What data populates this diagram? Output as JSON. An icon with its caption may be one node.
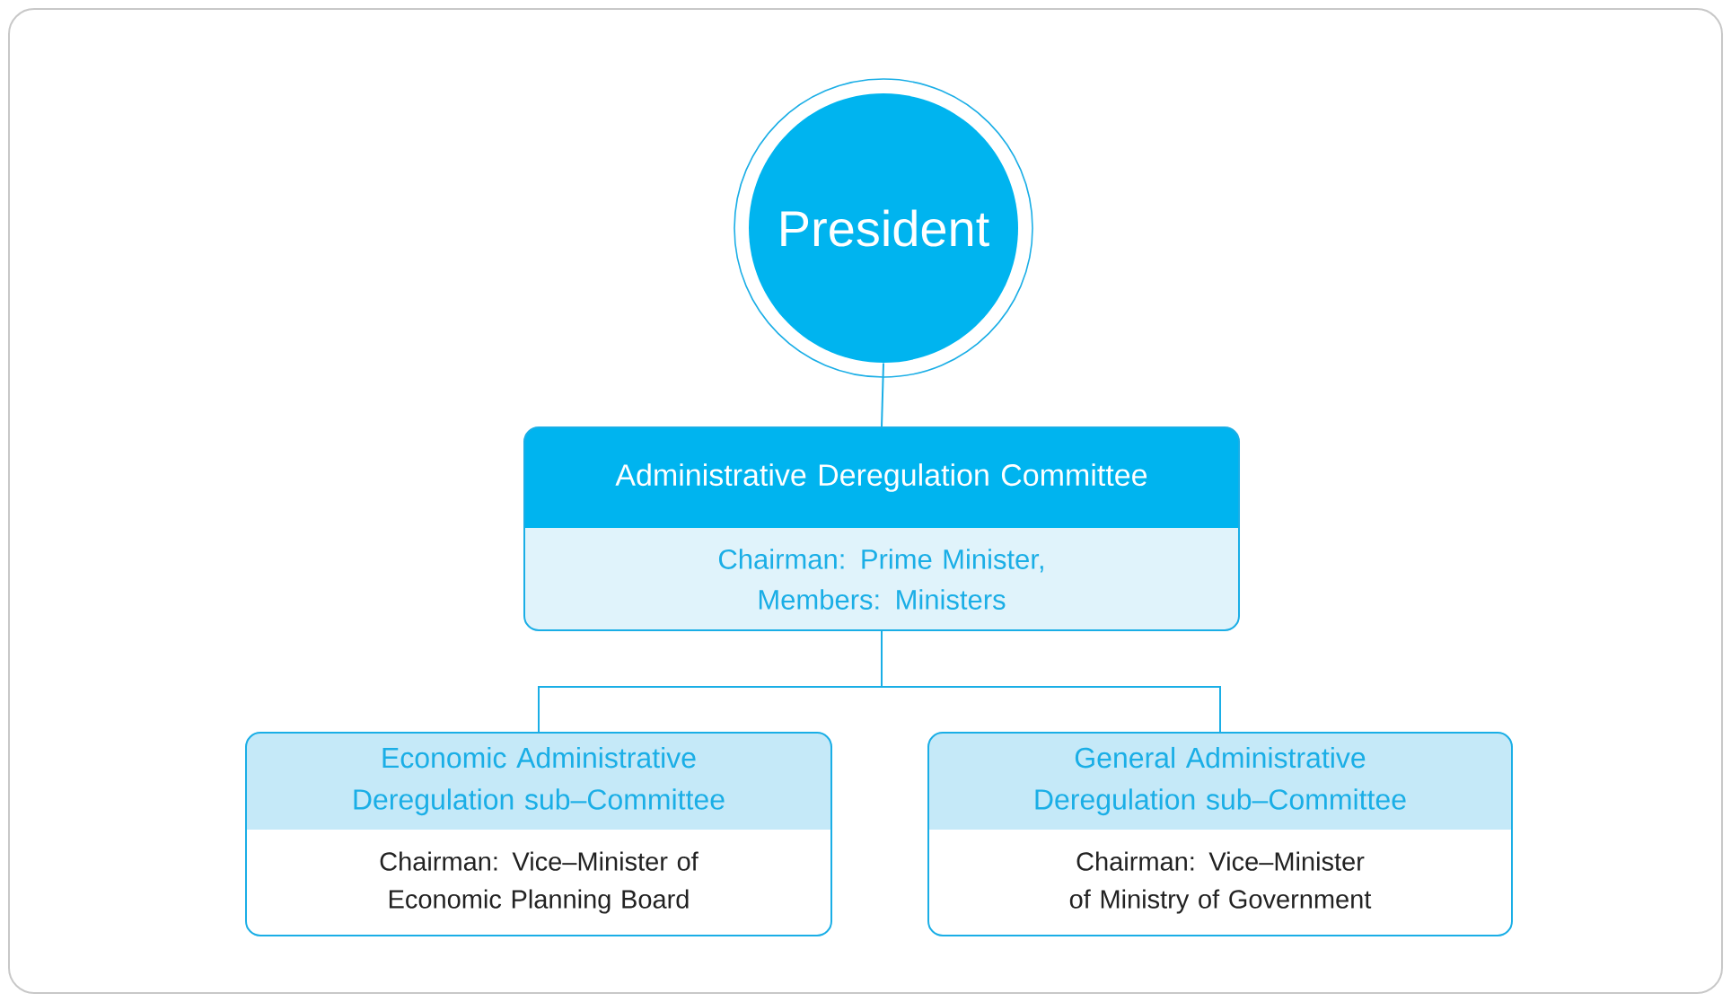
{
  "diagram": {
    "nodes": [
      {
        "text": [
          "President"
        ]
      },
      {
        "text": [
          "Administrative Deregulation Committee",
          "Chairman: Prime Minister, Members: Ministers"
        ]
      },
      {
        "text": [
          "Economic Administrative Deregulation sub–Committee",
          "Chairman: Vice–Minister of Economic Planning Board"
        ]
      },
      {
        "text": [
          "General Administrative Deregulation sub–Committee",
          "Chairman: Vice–Minister of Ministry of Government"
        ]
      }
    ],
    "edges": [
      {
        "from": 0,
        "to": 1,
        "arrow": "none"
      },
      {
        "from": 1,
        "to": 2,
        "arrow": "none"
      },
      {
        "from": 1,
        "to": 3,
        "arrow": "none"
      }
    ]
  }
}
